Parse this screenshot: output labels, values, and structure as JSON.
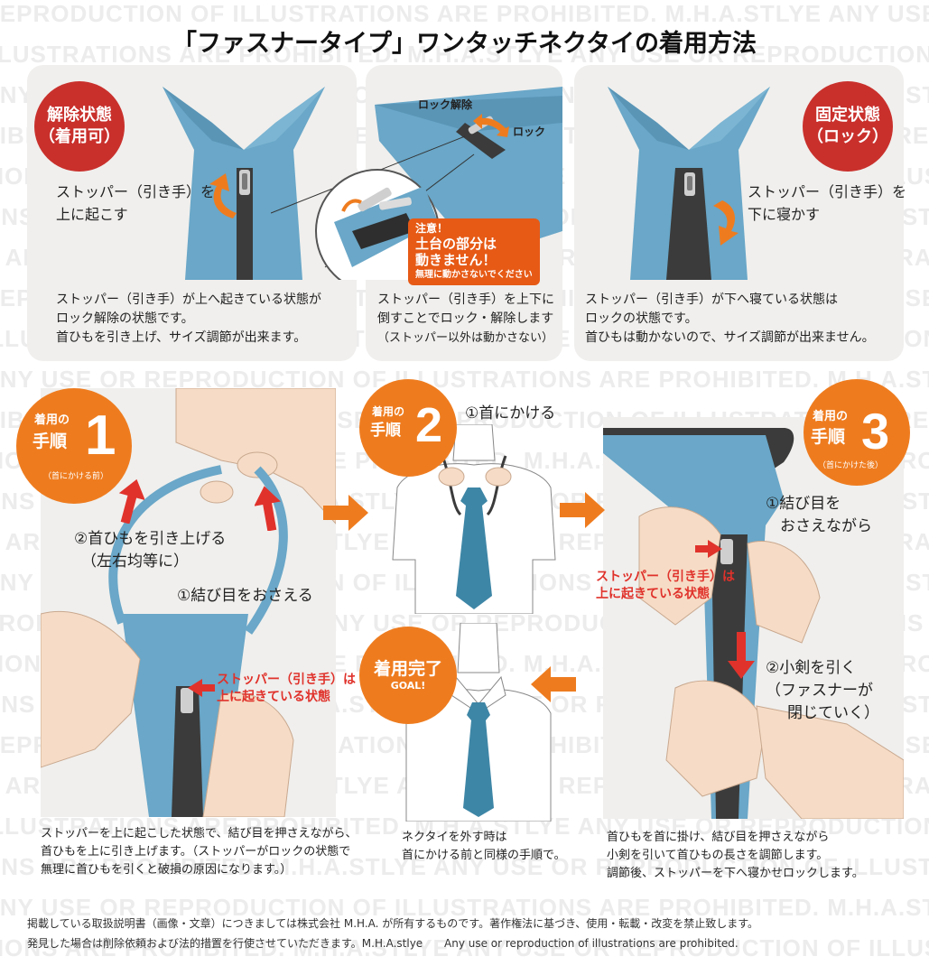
{
  "title": "「ファスナータイプ」ワンタッチネクタイの着用方法",
  "watermark": {
    "lines": [
      "REPRODUCTION OF ILLUSTRATIONS ARE PROHIBITED.    M.H.A.STLYE  ANY USE OR",
      "LLUSTRATIONS ARE PROHIBITED.    M.H.A.STLYE  ANY USE OR REPRODUCTION OF",
      "ANY USE OR REPRODUCTION OF ILLUSTRATIONS ARE PROHIBITED.    M.H.A.STLYE",
      "HIBITED.    M.H.A.STLYE  ANY USE OR REPRODUCTION OF ILLUSTRATIONS ARE PRO",
      "TIONS ARE PROHIBITED.    M.H.A.STLYE  ANY USE OR REPRODUCTION OF ILLUSTRA",
      "ONS ARE PROHIBITED.    M.H.A.STLYE  ANY USE OR REPRODUCTION OF ILLUSTRATI",
      "S ARE PROHIBITED.    M.H.A.STLYE  ANY USE OR REPRODUCTION OF ILLUSTRATION",
      "REPRODUCTION OF ILLUSTRATIONS ARE PROHIBITED.    M.H.A.STLYE  ANY USE OR",
      "ILLUSTRATIONS ARE PROHIBITED.    M.H.A.STLYE  ANY USE OR REPRODUCTION OF",
      "ANY USE OR REPRODUCTION OF ILLUSTRATIONS ARE PROHIBITED.    M.H.A.STLYE",
      "HIBITED.    M.H.A.STLYE  ANY USE OR REPRODUCTION OF ILLUSTRATIONS ARE PRO",
      "TION OF ILLUSTRATIONS ARE PROHIBITED.    M.H.A.STLYE  ANY USE OR REPRODU",
      "ONS ARE PROHIBITED.    M.H.A.STLYE  ANY USE OR REPRODUCTION OF ILLUSTRATI",
      "S ARE PROHIBITED.    M.H.A.STLYE  ANY USE OR REPRODUCTION OF ILLUSTRATION",
      "ANY USE OR REPRODUCTION OF ILLUSTRATIONS ARE PROHIBITED.    M.H.A.STLYE",
      "PROHIBITED.    M.H.A.STLYE  ANY USE OR REPRODUCTION OF ILLUSTRATIONS ARE",
      "TION OF ILLUSTRATIONS ARE PROHIBITED.    M.H.A.STLYE  ANY USE OR REPRODUC",
      "ONS ARE PROHIBITED.    M.H.A.STLYE  ANY USE OR REPRODUCTION OF ILLUSTRATI",
      "REPRODUCTION OF ILLUSTRATIONS ARE PROHIBITED.    M.H.A.STLYE  ANY USE OR",
      "S ARE PROHIBITED.    M.H.A.STLYE  ANY USE OR REPRODUCTION OF ILLUSTRATION",
      "ILLUSTRATIONS ARE PROHIBITED.    M.H.A.STLYE  ANY USE OR REPRODUCTION OF",
      "ONS ARE PROHIBITED.    M.H.A.STLYE  ANY USE OR REPRODUCTION OF ILLUSTRATI",
      "ANY USE OR REPRODUCTION OF ILLUSTRATIONS ARE PROHIBITED.    M.H.A.STLYE",
      "TIONS ARE PROHIBITED.    M.H.A.STLYE  ANY USE OR REPRODUCTION OF ILLUSTRA"
    ]
  },
  "top_panels": {
    "unlocked": {
      "badge_line1": "解除状態",
      "badge_line2": "（着用可）",
      "label_line1": "ストッパー（引き手）を",
      "label_line2": "上に起こす",
      "desc_line1": "ストッパー（引き手）が上へ起きている状態が",
      "desc_line2": "ロック解除の状態です。",
      "desc_line3": "首ひもを引き上げ、サイズ調節が出来ます。"
    },
    "middle": {
      "lock_release_label": "ロック解除",
      "lock_label": "ロック",
      "caution_line1": "注意！",
      "caution_line2": "土台の部分は",
      "caution_line3": "動きません！",
      "caution_line4": "無理に動かさないでください",
      "desc_line1": "ストッパー（引き手）を上下に",
      "desc_line2": "倒すことでロック・解除します",
      "desc_line3": "（ストッパー以外は動かさない）"
    },
    "locked": {
      "badge_line1": "固定状態",
      "badge_line2": "（ロック）",
      "label_line1": "ストッパー（引き手）を",
      "label_line2": "下に寝かす",
      "desc_line1": "ストッパー（引き手）が下へ寝ている状態は",
      "desc_line2": "ロックの状態です。",
      "desc_line3": "首ひもは動かないので、サイズ調節が出来ません。"
    }
  },
  "steps": {
    "step1": {
      "badge_prefix": "着用の",
      "badge_word": "手順",
      "badge_number": "1",
      "badge_note": "（首にかける前）",
      "label_pull_line1": "②首ひもを引き上げる",
      "label_pull_line2": "（左右均等に）",
      "label_hold": "①結び目をおさえる",
      "red_note_line1": "ストッパー（引き手）は",
      "red_note_line2": "上に起きている状態",
      "desc_line1": "ストッパーを上に起こした状態で、結び目を押さえながら、",
      "desc_line2": "首ひもを上に引き上げます。（ストッパーがロックの状態で",
      "desc_line3": "無理に首ひもを引くと破損の原因になります。）"
    },
    "step2": {
      "badge_prefix": "着用の",
      "badge_word": "手順",
      "badge_number": "2",
      "label": "①首にかける",
      "desc_line1": "ネクタイを外す時は",
      "desc_line2": "首にかける前と同様の手順で。"
    },
    "complete": {
      "badge_line1": "着用完了",
      "badge_line2": "GOAL!"
    },
    "step3": {
      "badge_prefix": "着用の",
      "badge_word": "手順",
      "badge_number": "3",
      "badge_note": "（首にかけた後）",
      "label_hold_line1": "①結び目を",
      "label_hold_line2": "おさえながら",
      "red_note_line1": "ストッパー（引き手）は",
      "red_note_line2": "上に起きている状態",
      "label_pull_line1": "②小剣を引く",
      "label_pull_line2": "（ファスナーが",
      "label_pull_line3": "閉じていく）",
      "desc_line1": "首ひもを首に掛け、結び目を押さえながら",
      "desc_line2": "小剣を引いて首ひもの長さを調節します。",
      "desc_line3": "調節後、ストッパーを下へ寝かせロックします。"
    }
  },
  "footer": {
    "line1": "掲載している取扱説明書（画像・文章）につきましては株式会社 M.H.A. が所有するものです。著作権法に基づき、使用・転載・改変を禁止致します。",
    "line2_jp": "発見した場合は削除依頼および法的措置を行使させていただきます。M.H.A.stlye",
    "line2_en": "Any use or reproduction of illustrations are prohibited."
  },
  "colors": {
    "tie_blue": "#6aa7c8",
    "zipper_dark": "#3b3b3b",
    "badge_red": "#c9302c",
    "badge_orange": "#ee7c1f",
    "arrow_orange": "#ee7c1f",
    "note_red": "#e0322b",
    "panel_gray": "#f0efed",
    "skin": "#f6dcc6"
  }
}
